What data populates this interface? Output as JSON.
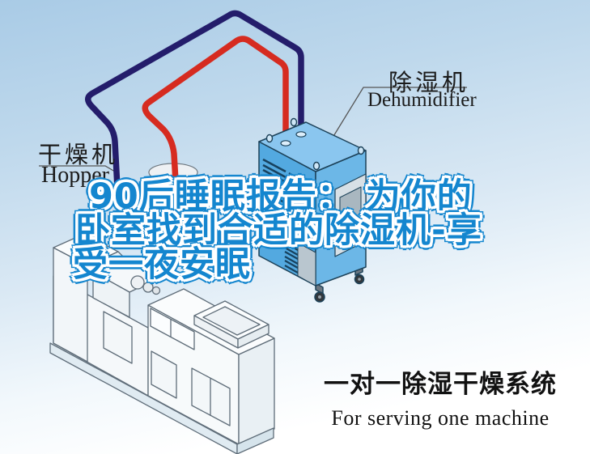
{
  "title": {
    "line1": "90后睡眠报告： 为你的",
    "line2": "卧室找到合适的除湿机-享",
    "line3": "受一夜安眠"
  },
  "labels": {
    "hopper_zh": "干燥机",
    "hopper_en": "Hopper",
    "dehumidifier_zh": "除湿机",
    "dehumidifier_en": "Dehumidifier"
  },
  "caption": {
    "zh": "一对一除湿干燥系统",
    "en": "For serving one machine"
  },
  "colors": {
    "title_blue": "#1486cf",
    "hose_red": "#d62b20",
    "hose_navy": "#241d6b",
    "dehumidifier_body_blue": "#53a9e0",
    "sky_top": "#a9cbe6",
    "sky_bottom": "#ffffff",
    "label_text": "#1b1b1b"
  }
}
